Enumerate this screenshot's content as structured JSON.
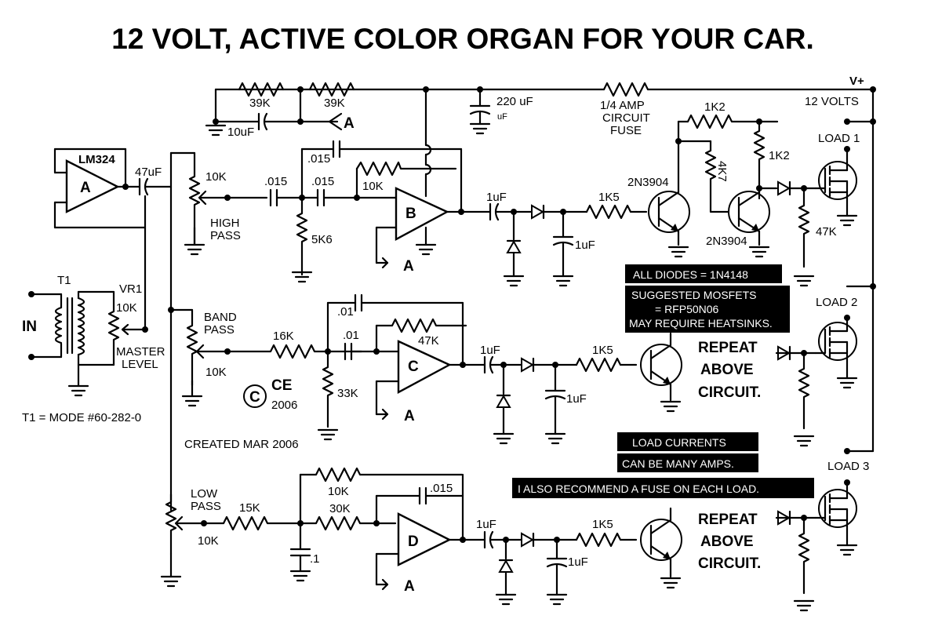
{
  "title": "12 VOLT, ACTIVE COLOR ORGAN FOR YOUR CAR.",
  "supply": {
    "vplus": "V+",
    "volts": "12 VOLTS",
    "cap": "220 uF",
    "cap_unit": "uF",
    "fuse1": "1/4 AMP",
    "fuse2": "CIRCUIT",
    "fuse3": "FUSE"
  },
  "input": {
    "in": "IN",
    "t1": "T1",
    "vr1": "VR1",
    "pot": "10K",
    "master": "MASTER",
    "level": "LEVEL",
    "transformer_note": "T1 = MODE #60-282-0"
  },
  "op_amp": {
    "part": "LM324",
    "a": "A",
    "b": "B",
    "c": "C",
    "d": "D",
    "ref": "A",
    "coupling_cap": "47uF"
  },
  "bias": {
    "r1": "39K",
    "r2": "39K",
    "cap": "10uF",
    "ref": "A"
  },
  "high_pass": {
    "pot": "10K",
    "label1": "HIGH",
    "label2": "PASS",
    "c1": ".015",
    "c2": ".015",
    "c_fb": ".015",
    "r_fb": "10K",
    "r_gnd": "5K6"
  },
  "band_pass": {
    "label1": "BAND",
    "label2": "PASS",
    "pot": "10K",
    "r_in": "16K",
    "c_in": ".01",
    "c_fb": ".01",
    "r_fb": "47K",
    "r_gnd": "33K"
  },
  "low_pass": {
    "label1": "LOW",
    "label2": "PASS",
    "pot": "10K",
    "r_in": "15K",
    "r_mid": "30K",
    "r_fb": "10K",
    "c_fb": ".015",
    "c_gnd": ".1"
  },
  "driver": {
    "c_out": "1uF",
    "c_filter": "1uF",
    "r_base": "1K5",
    "q1": "2N3904",
    "q2": "2N3904",
    "r1": "1K2",
    "r2": "1K2",
    "r3": "4K7",
    "r4": "47K"
  },
  "loads": {
    "l1": "LOAD  1",
    "l2": "LOAD  2",
    "l3": "LOAD 3"
  },
  "repeat": {
    "line1": "REPEAT",
    "line2": "ABOVE",
    "line3": "CIRCUIT."
  },
  "notes": {
    "diodes": "ALL DIODES = 1N4148",
    "mosfet1": "SUGGESTED MOSFETS",
    "mosfet2": "=  RFP50N06",
    "mosfet3": "MAY REQUIRE HEATSINKS.",
    "load1": "LOAD CURRENTS",
    "load2": "CAN BE MANY AMPS.",
    "load3": "I ALSO RECOMMEND A FUSE ON EACH LOAD."
  },
  "credit": {
    "symbol": "C",
    "mark": "CE",
    "year": "2006",
    "created": "CREATED MAR 2006"
  }
}
